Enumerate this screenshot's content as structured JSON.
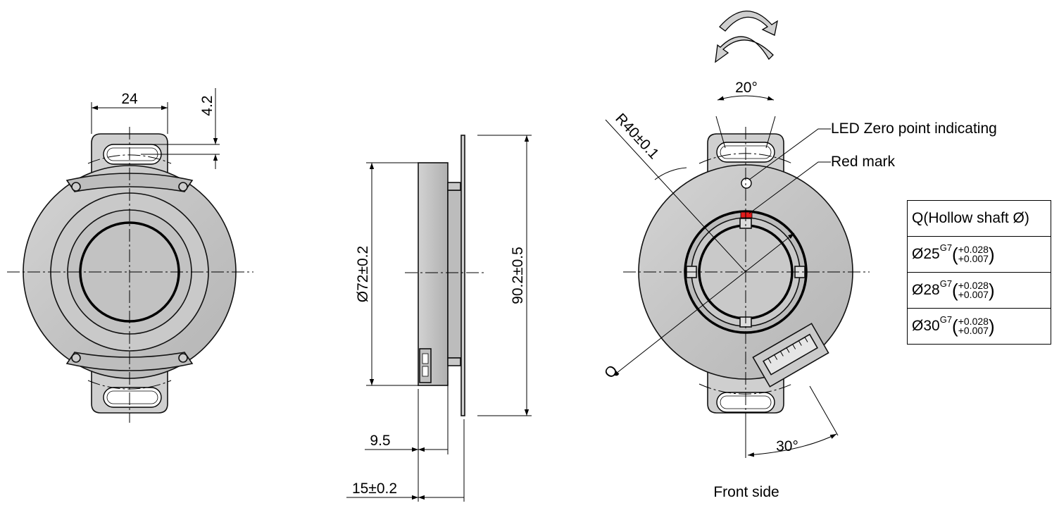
{
  "front_view": {
    "dims": {
      "width_24": "24",
      "offset_4_2": "4.2"
    }
  },
  "side_view": {
    "dims": {
      "diameter": "Ø72±0.2",
      "height": "90.2±0.5",
      "depth_9_5": "9.5",
      "depth_15": "15±0.2"
    }
  },
  "rear_view": {
    "angle_top": "20°",
    "radius": "R40±0.1",
    "led_label": "LED Zero point indicating",
    "red_mark_label": "Red mark",
    "shaft_symbol": "Q",
    "angle_bottom": "30°",
    "caption": "Front side",
    "red_mark_color": "#e21b1b"
  },
  "shaft_table": {
    "header": "Q(Hollow shaft Ø)",
    "rows": [
      {
        "base": "Ø25",
        "grade": "G7",
        "upper": "+0.028",
        "lower": "+0.007"
      },
      {
        "base": "Ø28",
        "grade": "G7",
        "upper": "+0.028",
        "lower": "+0.007"
      },
      {
        "base": "Ø30",
        "grade": "G7",
        "upper": "+0.028",
        "lower": "+0.007"
      }
    ]
  }
}
